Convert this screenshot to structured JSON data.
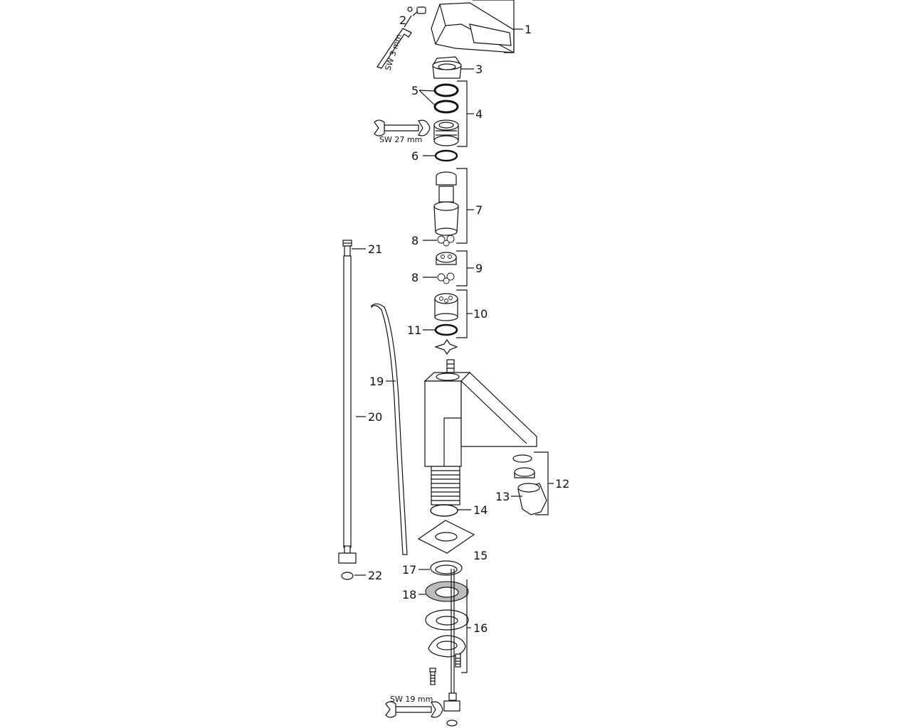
{
  "diagram": {
    "part_labels": [
      "1",
      "2",
      "3",
      "4",
      "5",
      "6",
      "7",
      "8",
      "9",
      "8",
      "10",
      "11",
      "12",
      "13",
      "14",
      "15",
      "16",
      "17",
      "18",
      "19",
      "20",
      "21",
      "22"
    ],
    "tool_labels": {
      "hex_key": "SW 3 mm",
      "wrench_top": "SW 27 mm",
      "wrench_bottom": "SW 19 mm"
    }
  }
}
